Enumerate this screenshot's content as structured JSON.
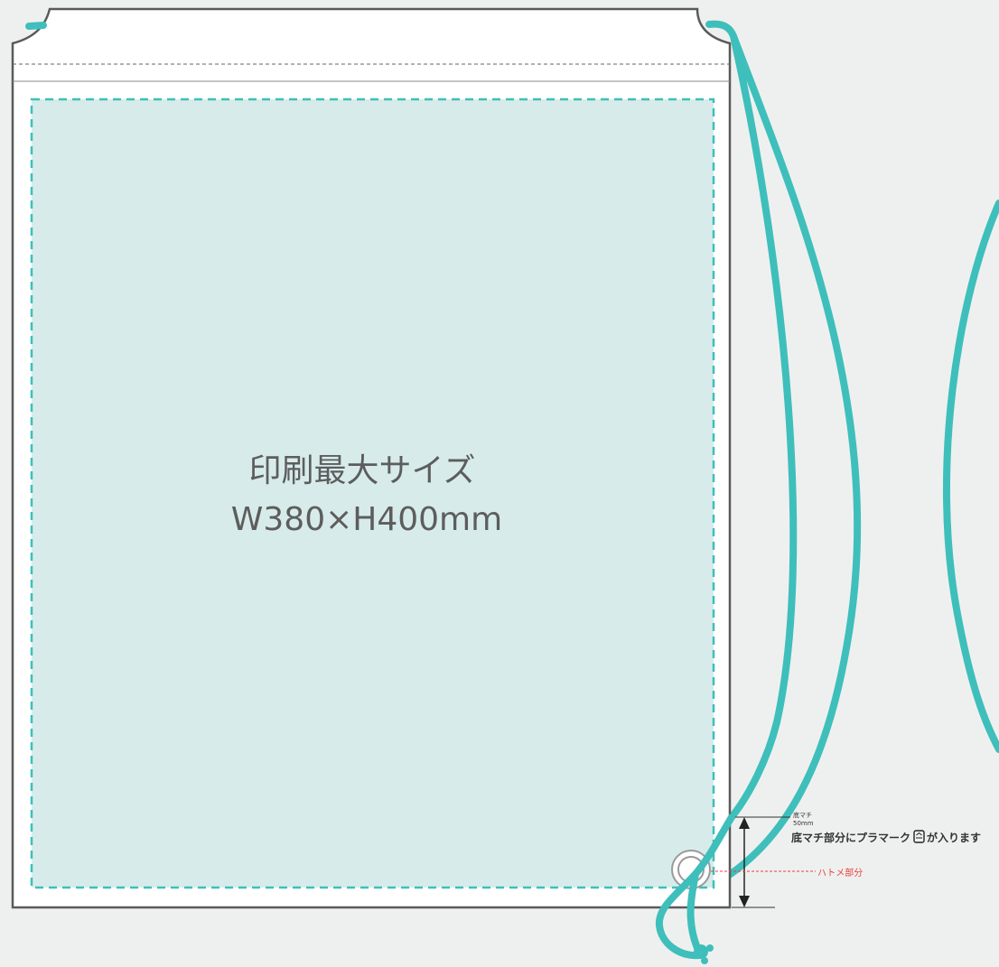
{
  "print_area": {
    "title": "印刷最大サイズ",
    "size": "W380×H400mm"
  },
  "gusset": {
    "label": "底マチ",
    "size": "50mm",
    "note": "底マチ部分にプラマーク",
    "note_suffix": "が入ります"
  },
  "eyelet": {
    "label": "ハトメ部分"
  },
  "colors": {
    "background": "#eef0ef",
    "bag_fill": "#ffffff",
    "bag_outline": "#5a5a5a",
    "print_area_fill": "#d7ecea",
    "print_area_border": "#3ebfbb",
    "cord": "#3ebfbb",
    "eyelet_label": "#e8413c"
  },
  "icons": [
    "recycle-plastic-mark-icon",
    "grommet-icon",
    "dimension-arrow-icon"
  ]
}
